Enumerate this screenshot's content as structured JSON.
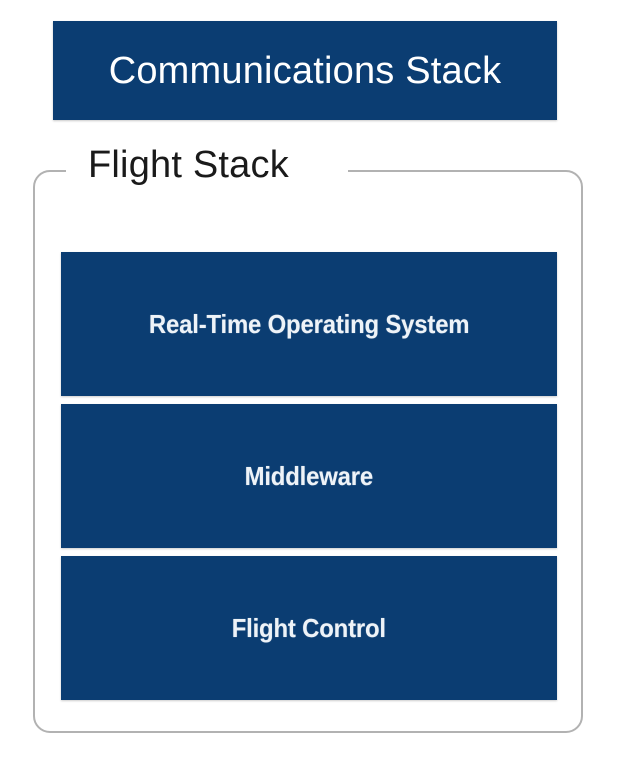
{
  "diagram": {
    "title": "Communications Stack",
    "header": {
      "label": "Communications Stack"
    },
    "group": {
      "legend": "Flight Stack",
      "layers": [
        {
          "label": "Real-Time Operating System"
        },
        {
          "label": "Middleware"
        },
        {
          "label": "Flight Control"
        }
      ]
    },
    "colors": {
      "box_fill": "#0b3d72",
      "box_text": "#eef3f8",
      "group_border": "#b2b2b2",
      "legend_text": "#1a1a1a",
      "background": "#ffffff"
    }
  }
}
